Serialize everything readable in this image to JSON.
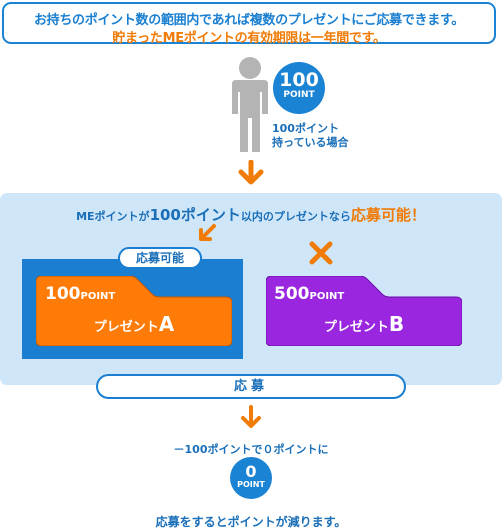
{
  "header": {
    "line1": "お持ちのポイント数の範囲内であれば複数のプレゼントにご応募できます。",
    "line2": "貯まったMEポイントの有効期限は一年間です。"
  },
  "person": {
    "icon": "person-icon",
    "points_number": "100",
    "points_unit": "POINT",
    "note_line1": "100ポイント",
    "note_line2": "持っている場合"
  },
  "statement": {
    "part1": "MEポイントが",
    "part2": "100ポイント",
    "part3": "以内のプレゼントなら",
    "part4": "応募可能！"
  },
  "badge_label": "応募可能",
  "present_a": {
    "points": "100",
    "unit": "POINT",
    "label": "プレゼント",
    "letter": "A",
    "color": "#ff7b08"
  },
  "present_b": {
    "points": "500",
    "unit": "POINT",
    "label": "プレゼント",
    "letter": "B",
    "color": "#9a26e0",
    "status_icon": "cross-icon"
  },
  "apply_button": "応募",
  "result": {
    "reduce_text": "－100ポイントで０ポイントに",
    "points_number": "0",
    "points_unit": "POINT",
    "footer": "応募をするとポイントが減ります。"
  },
  "colors": {
    "blue": "#1a83d4",
    "orange": "#f07b06",
    "panel": "#cfe6f8"
  }
}
